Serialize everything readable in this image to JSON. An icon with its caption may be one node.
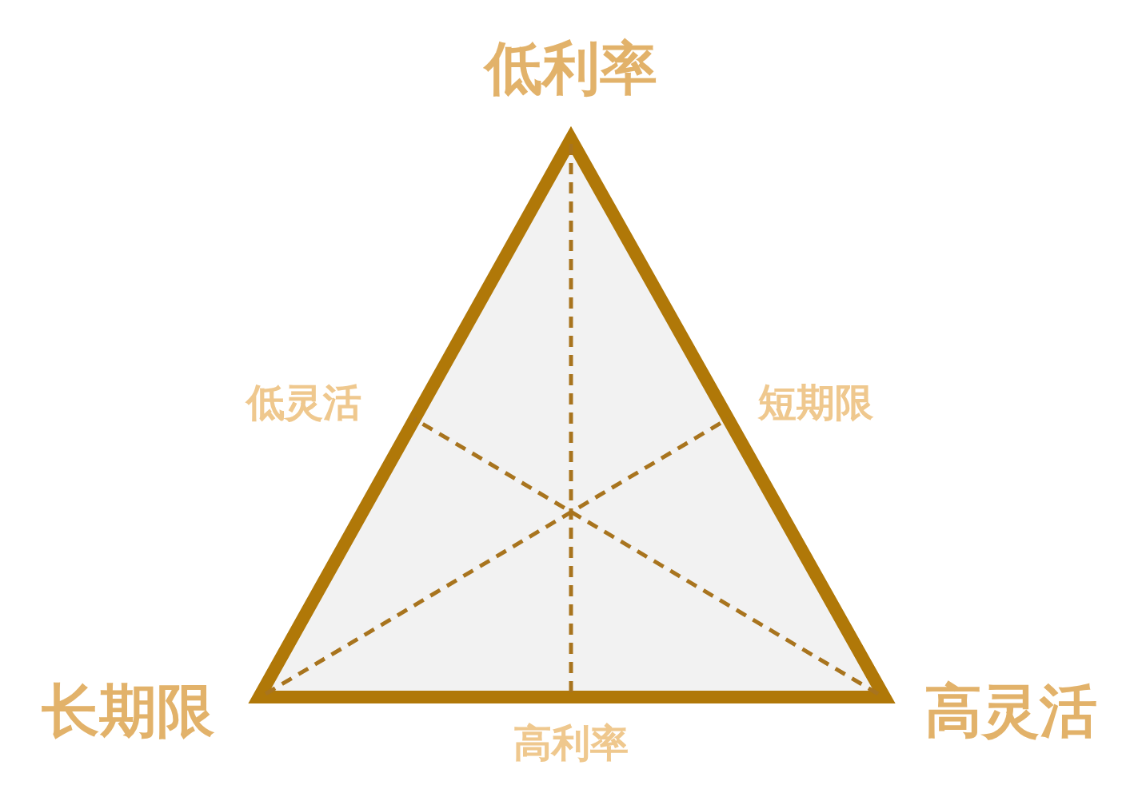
{
  "diagram": {
    "labels": [
      "低利率",
      "低灵活",
      "短期限",
      "长期限",
      "高灵活",
      "高利率"
    ]
  }
}
